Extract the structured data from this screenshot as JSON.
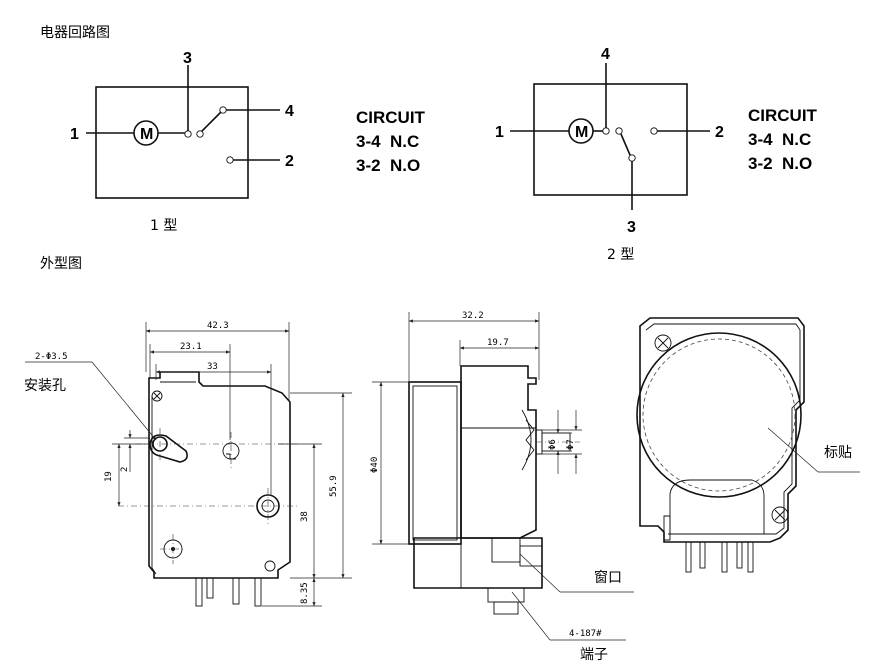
{
  "titles": {
    "circuit_section": "电器回路图",
    "outline_section": "外型图"
  },
  "circuit_1": {
    "type_label": "1 型",
    "motor_symbol": "M",
    "pins": [
      "1",
      "2",
      "3",
      "4"
    ],
    "text_lines": [
      "CIRCUIT",
      "3-4  N.C",
      "3-2  N.O"
    ]
  },
  "circuit_2": {
    "type_label": "2 型",
    "motor_symbol": "M",
    "pins": [
      "1",
      "2",
      "3",
      "4"
    ],
    "text_lines": [
      "CIRCUIT",
      "3-4  N.C",
      "3-2  N.O"
    ]
  },
  "dimensions": {
    "front": [
      "42.3",
      "23.1",
      "33",
      "2-Φ3.5",
      "19",
      "2",
      "55.9",
      "38",
      "8.35"
    ],
    "side": [
      "32.2",
      "19.7",
      "Φ40",
      "Φ6",
      "Φ7",
      "4-187#"
    ]
  },
  "callouts": {
    "mounting_hole": "安装孔",
    "label_sticker": "标贴",
    "window": "窗口",
    "terminal": "端子"
  }
}
